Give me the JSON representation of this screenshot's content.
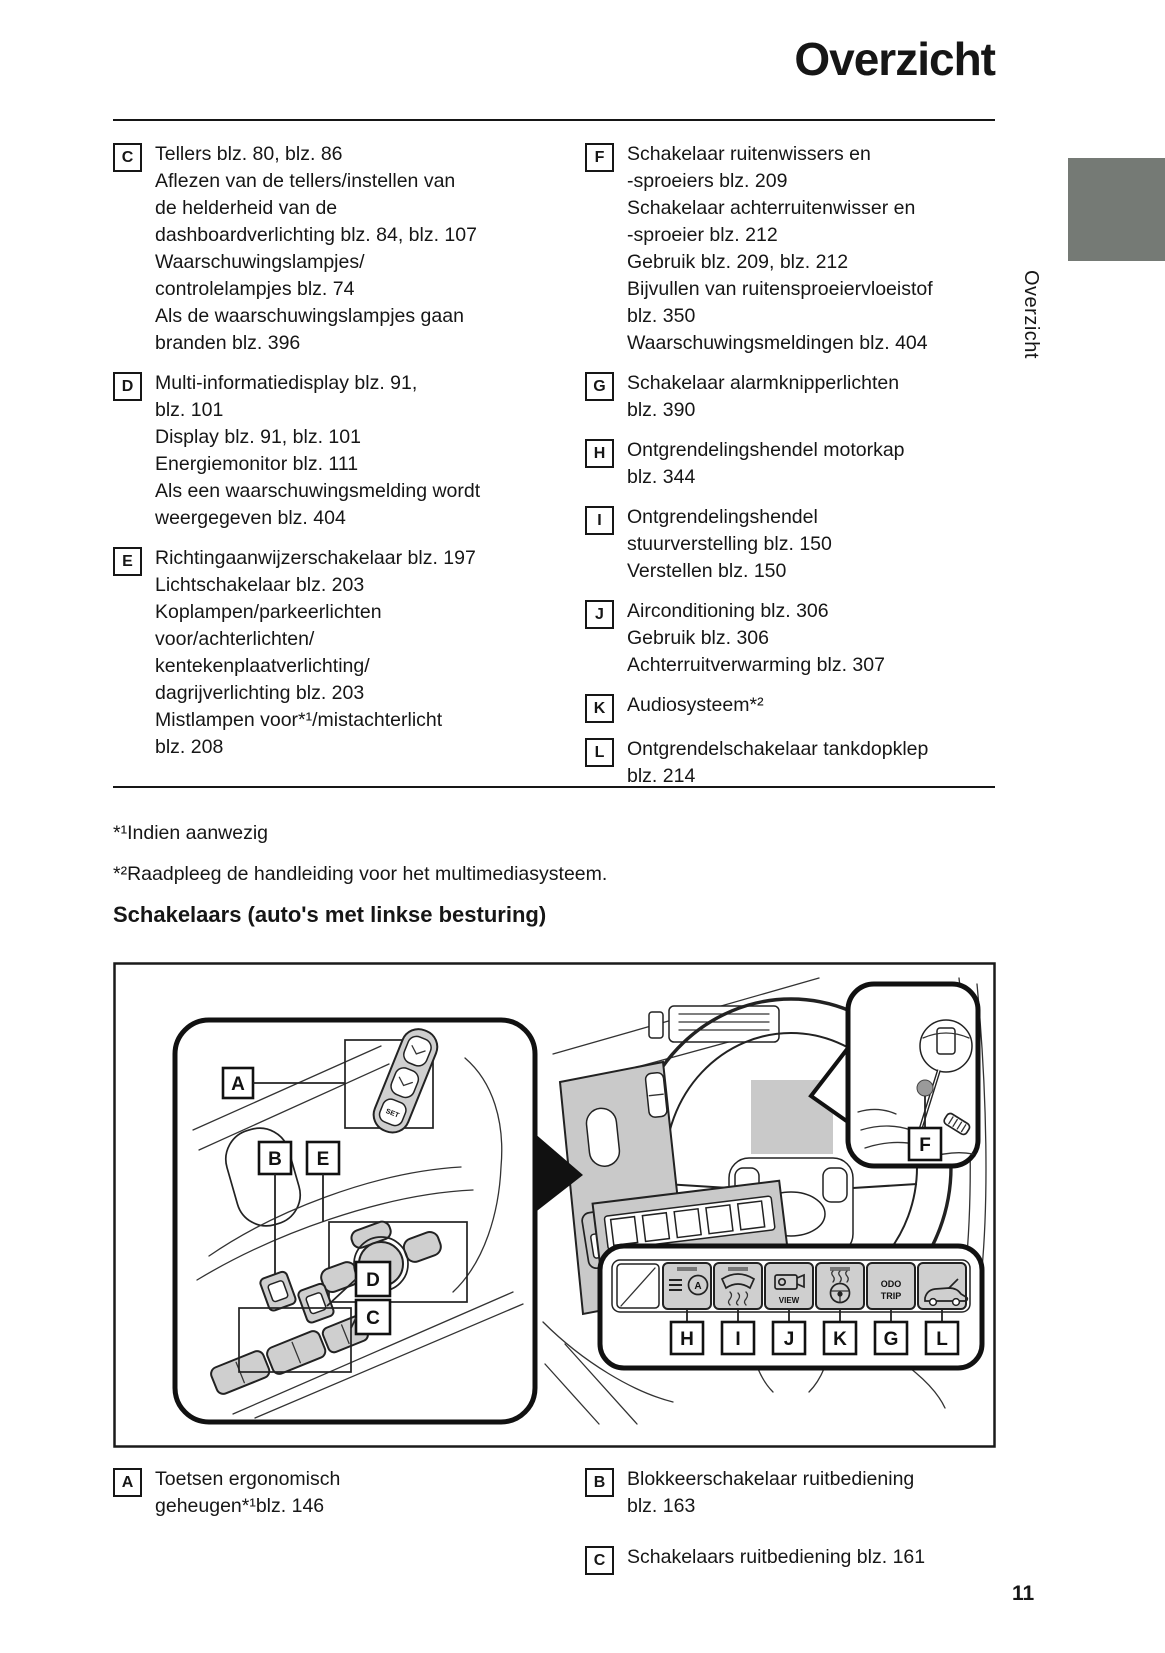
{
  "header": {
    "title": "Overzicht"
  },
  "side_tab": {
    "label": "Overzicht",
    "color": "#757a75"
  },
  "legend": {
    "left": [
      {
        "letter": "C",
        "text": "Tellers blz. 80, blz. 86\nAflezen van de tellers/instellen van\nde helderheid van de\ndashboardverlichting blz. 84, blz. 107\nWaarschuwingslampjes/\ncontrolelampjes blz. 74\nAls de waarschuwingslampjes gaan\nbranden blz. 396"
      },
      {
        "letter": "D",
        "text": "Multi-informatiedisplay blz. 91,\nblz. 101\nDisplay blz. 91, blz. 101\nEnergiemonitor blz. 111\nAls een waarschuwingsmelding wordt\nweergegeven blz. 404"
      },
      {
        "letter": "E",
        "text": "Richtingaanwijzerschakelaar blz. 197\nLichtschakelaar blz. 203\nKoplampen/parkeerlichten\nvoor/achterlichten/\nkentekenplaatverlichting/\ndagrijverlichting blz. 203\nMistlampen voor*¹/mistachterlicht\nblz. 208"
      }
    ],
    "right": [
      {
        "letter": "F",
        "text": "Schakelaar ruitenwissers en\n-sproeiers blz. 209\nSchakelaar achterruitenwisser en\n-sproeier blz. 212\nGebruik blz. 209, blz. 212\nBijvullen van ruitensproeiervloeistof\nblz. 350\nWaarschuwingsmeldingen blz. 404"
      },
      {
        "letter": "G",
        "text": "Schakelaar alarmknipperlichten\nblz. 390"
      },
      {
        "letter": "H",
        "text": "Ontgrendelingshendel motorkap\nblz. 344"
      },
      {
        "letter": "I",
        "text": "Ontgrendelingshendel\nstuurverstelling blz. 150\nVerstellen blz. 150"
      },
      {
        "letter": "J",
        "text": "Airconditioning blz. 306\nGebruik blz. 306\nAchterruitverwarming blz. 307"
      },
      {
        "letter": "K",
        "text": "Audiosysteem*²"
      },
      {
        "letter": "L",
        "text": "Ontgrendelschakelaar tankdopklep\nblz. 214"
      }
    ]
  },
  "footnotes": {
    "f1": "*¹Indien aanwezig",
    "f2": "*²Raadpleeg de handleiding voor het multimediasysteem."
  },
  "section_heading": "Schakelaars (auto's met linkse besturing)",
  "diagram": {
    "callouts": {
      "a": "A",
      "b": "B",
      "c": "C",
      "d": "D",
      "e": "E",
      "f": "F",
      "g": "G",
      "h": "H",
      "i": "I",
      "j": "J",
      "k": "K",
      "l": "L"
    },
    "icons": {
      "auto": "A",
      "view": "VIEW",
      "odo": "ODO",
      "trip": "TRIP",
      "set": "SET"
    },
    "colors": {
      "panel_gray": "#c9c9c9",
      "button_gray": "#cfcfcf"
    }
  },
  "legend_bottom": {
    "left": [
      {
        "letter": "A",
        "text": "Toetsen ergonomisch\ngeheugen*¹blz. 146"
      }
    ],
    "right": [
      {
        "letter": "B",
        "text": "Blokkeerschakelaar ruitbediening\nblz. 163"
      },
      {
        "letter": "C",
        "text": "Schakelaars ruitbediening blz. 161"
      }
    ]
  },
  "footer": {
    "page_number": "11"
  }
}
